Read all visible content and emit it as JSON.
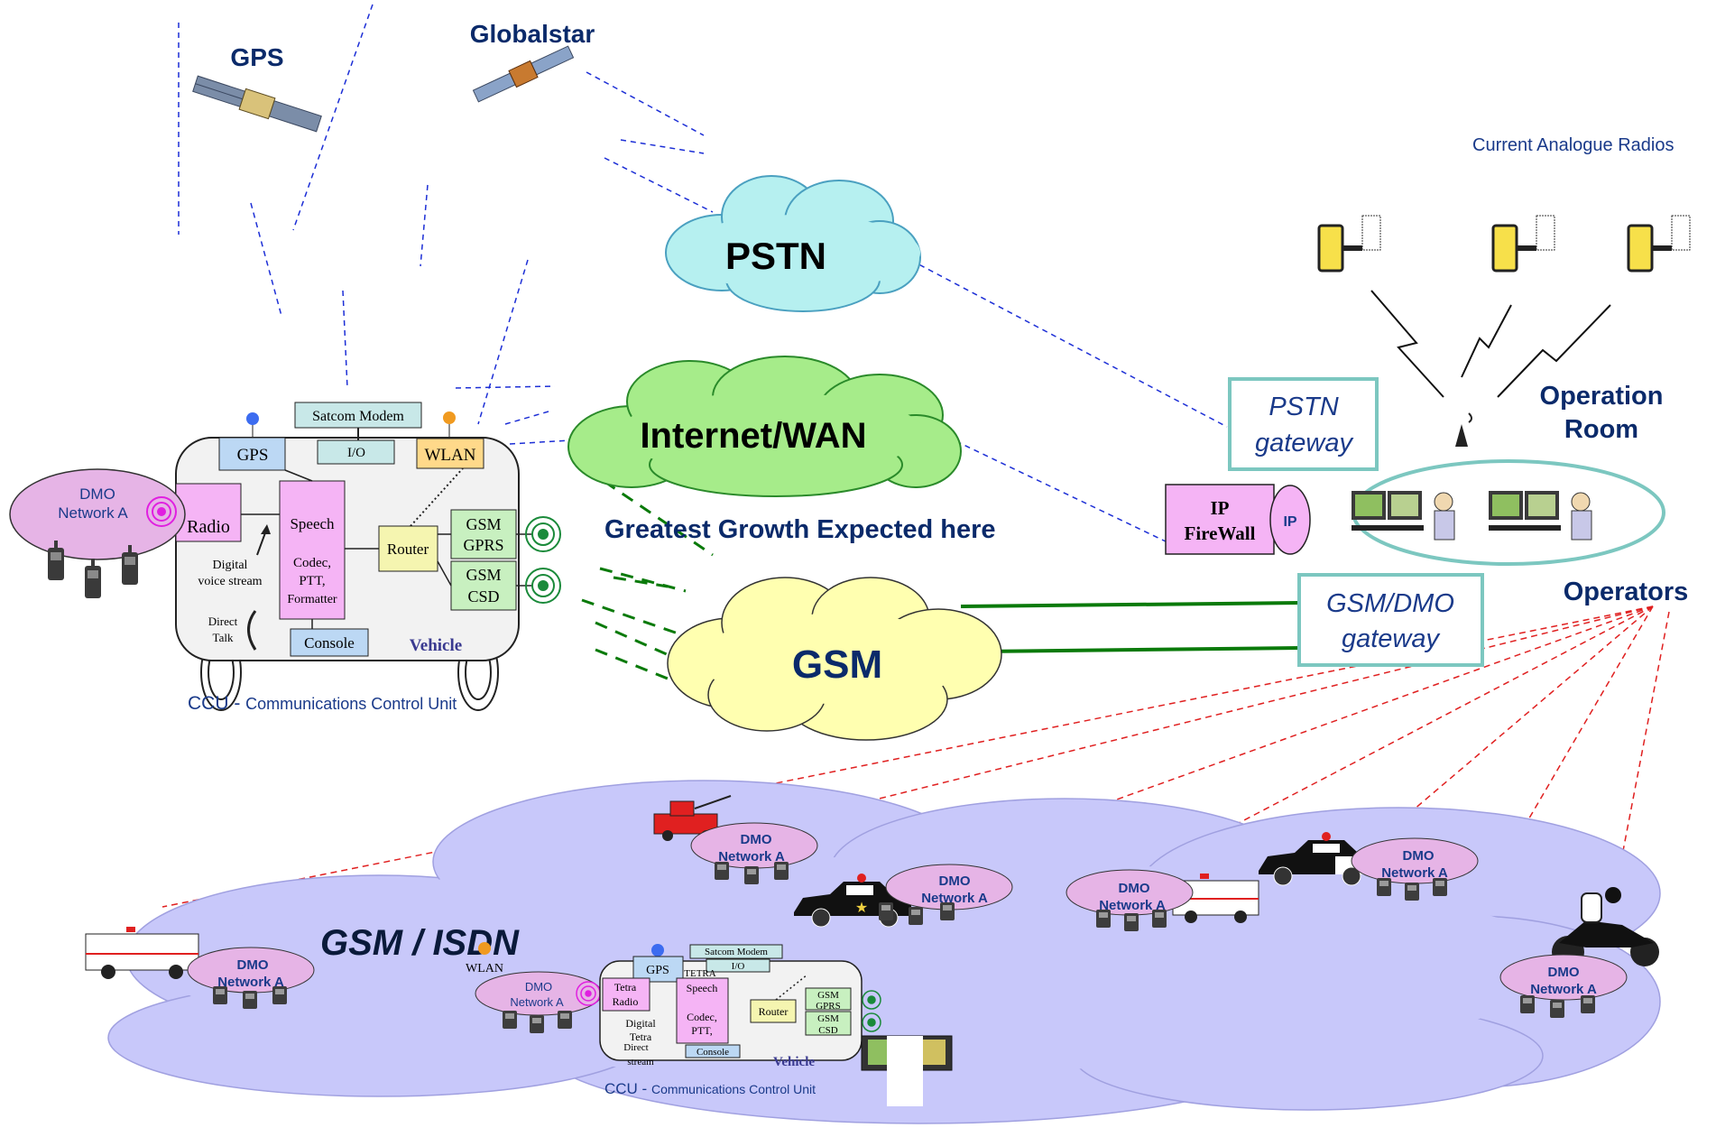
{
  "satellites": {
    "gps": "GPS",
    "globalstar": "Globalstar"
  },
  "clouds": {
    "pstn": "PSTN",
    "internet": "Internet/WAN",
    "gsm": "GSM",
    "gsm_isdn": "GSM / ISDN"
  },
  "growth_note": "Greatest Growth Expected here",
  "operation_room": {
    "radios_caption": "Current Analogue Radios",
    "title_line1": "Operation",
    "title_line2": "Room",
    "operators": "Operators",
    "pstn_gateway_line1": "PSTN",
    "pstn_gateway_line2": "gateway",
    "gsm_gateway_line1": "GSM/DMO",
    "gsm_gateway_line2": "gateway",
    "firewall_line1": "IP",
    "firewall_line2": "FireWall",
    "ip_badge": "IP"
  },
  "ccu": {
    "satcom": "Satcom Modem",
    "io": "I/O",
    "gps": "GPS",
    "wlan": "WLAN",
    "radio": "Radio",
    "speech": "Speech",
    "codec": "Codec,",
    "ptt": "PTT,",
    "formatter": "Formatter",
    "router": "Router",
    "gsm_gprs_1": "GSM",
    "gsm_gprs_2": "GPRS",
    "gsm_csd_1": "GSM",
    "gsm_csd_2": "CSD",
    "console": "Console",
    "vehicle": "Vehicle",
    "digital_1": "Digital",
    "digital_2": "voice stream",
    "direct_1": "Direct",
    "direct_2": "Talk",
    "caption_main": "CCU - ",
    "caption_sub": "Communications Control Unit"
  },
  "ccu_small": {
    "satcom": "Satcom Modem",
    "io": "I/O",
    "gps": "GPS",
    "wlan": "WLAN",
    "tetra": "TETRA",
    "radio_1": "Tetra",
    "radio_2": "Radio",
    "speech": "Speech",
    "codec": "Codec,",
    "ptt": "PTT,",
    "router": "Router",
    "gsm_1": "GSM",
    "gprs": "GPRS",
    "gsm_2": "GSM",
    "csd": "CSD",
    "console": "Console",
    "vehicle": "Vehicle",
    "digital": "Digital",
    "tetra_stream": "Tetra",
    "direct": "Direct",
    "stream": "stream",
    "caption_main": "CCU - ",
    "caption_sub": "Communications Control Unit"
  },
  "dmo": {
    "line1": "DMO",
    "line2": "Network A"
  },
  "colors": {
    "pstn_cloud": "#b6f0f0",
    "internet_cloud": "#a6ec8a",
    "gsm_cloud": "#ffffb0",
    "isdn_cloud": "#c8c8fa",
    "dmo_ellipse": "#e6b4e6",
    "dark_blue_text": "#0a2a6a",
    "dashed_blue": "#1d2fd6",
    "dashed_red": "#e02020",
    "green_link": "#0a7a0a",
    "gateway_border": "#7cc7c0"
  }
}
